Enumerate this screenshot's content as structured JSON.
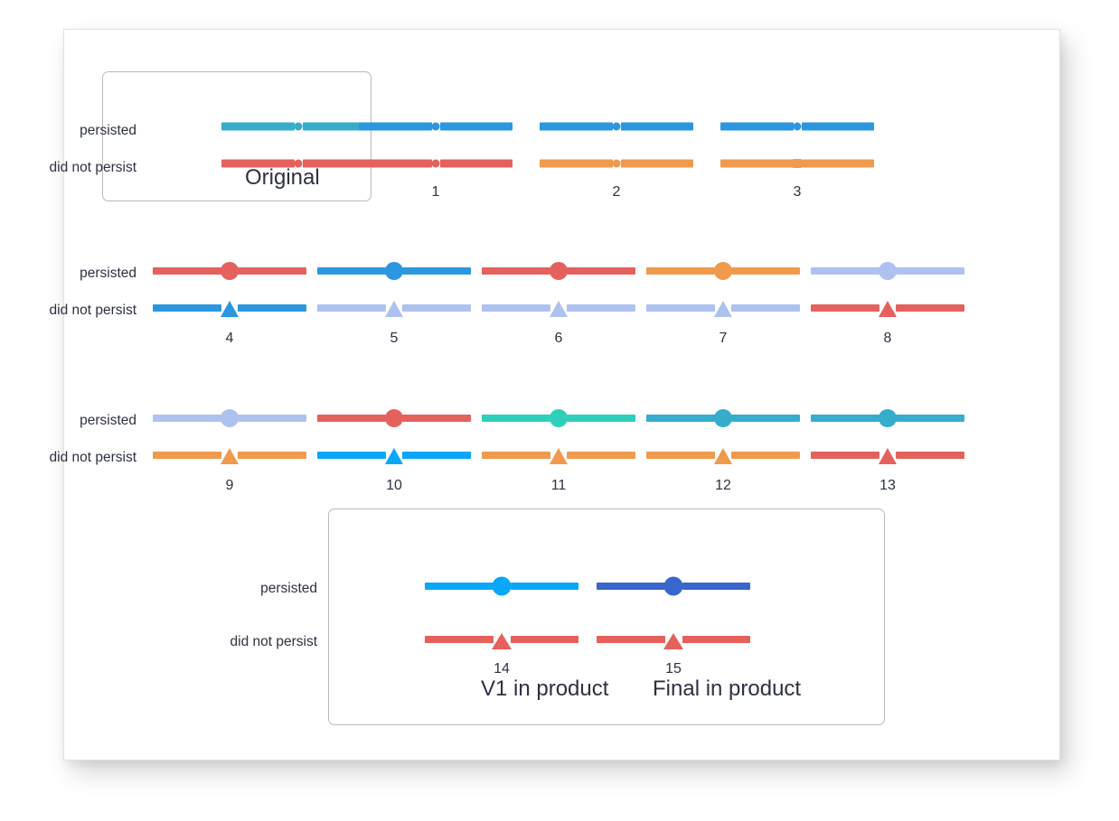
{
  "canvas": {
    "background": "#ffffff",
    "card_background": "#ffffff",
    "card_border": "#e2e2e2",
    "frame_border": "#b9b9b9",
    "text_color": "#2d3142"
  },
  "labels": {
    "persisted": "persisted",
    "did_not_persist": "did not persist"
  },
  "captions": {
    "original": "Original",
    "v1_in_product": "V1 in product",
    "final_in_product": "Final in product"
  },
  "palette": {
    "teal": "#35adcb",
    "red": "#e4615d",
    "blue": "#2b97e0",
    "orange": "#f09a4e",
    "light_blue": "#aec2f0",
    "mint": "#2ecfbb",
    "bright_cyan": "#08a7fa",
    "royal_blue": "#3866cc"
  },
  "rows": [
    {
      "name": "row-top",
      "label_y": 104,
      "label2_y": 145,
      "specimens": [
        {
          "id": "original",
          "number": "Original",
          "number_is_caption": true,
          "persisted": {
            "color": "#35adcb",
            "marker": "circle",
            "marker_size": 9,
            "line_height": 9,
            "gap": 9
          },
          "did_not_persist": {
            "color": "#e4615d",
            "marker": "circle",
            "marker_size": 9,
            "line_height": 9,
            "gap": 9
          }
        },
        {
          "id": "v1",
          "number": "1",
          "persisted": {
            "color": "#2b97e0",
            "marker": "circle",
            "marker_size": 9,
            "line_height": 9,
            "gap": 9
          },
          "did_not_persist": {
            "color": "#e4615d",
            "marker": "circle",
            "marker_size": 9,
            "line_height": 9,
            "gap": 9
          }
        },
        {
          "id": "v2",
          "number": "2",
          "persisted": {
            "color": "#2b97e0",
            "marker": "circle",
            "marker_size": 9,
            "line_height": 9,
            "gap": 9
          },
          "did_not_persist": {
            "color": "#f09a4e",
            "marker": "circle",
            "marker_size": 9,
            "line_height": 9,
            "gap": 9
          }
        },
        {
          "id": "v3",
          "number": "3",
          "persisted": {
            "color": "#2b97e0",
            "marker": "circle",
            "marker_size": 9,
            "line_height": 9,
            "gap": 9
          },
          "did_not_persist": {
            "color": "#f09a4e",
            "marker": "square",
            "marker_size": 10,
            "line_height": 9,
            "gap": 9
          }
        }
      ]
    },
    {
      "name": "row-middle",
      "label_y": 262,
      "label2_y": 303,
      "specimens": [
        {
          "id": "v4",
          "number": "4",
          "persisted": {
            "color": "#e4615d",
            "marker": "circle",
            "marker_size": 20,
            "line_height": 8,
            "gap": 18
          },
          "did_not_persist": {
            "color": "#2b97e0",
            "marker": "triangle",
            "marker_size": 21,
            "line_height": 8,
            "gap": 18
          }
        },
        {
          "id": "v5",
          "number": "5",
          "persisted": {
            "color": "#2b97e0",
            "marker": "circle",
            "marker_size": 20,
            "line_height": 8,
            "gap": 18
          },
          "did_not_persist": {
            "color": "#aec2f0",
            "marker": "triangle",
            "marker_size": 21,
            "line_height": 8,
            "gap": 18
          }
        },
        {
          "id": "v6",
          "number": "6",
          "persisted": {
            "color": "#e4615d",
            "marker": "circle",
            "marker_size": 20,
            "line_height": 8,
            "gap": 18
          },
          "did_not_persist": {
            "color": "#aec2f0",
            "marker": "triangle",
            "marker_size": 21,
            "line_height": 8,
            "gap": 18
          }
        },
        {
          "id": "v7",
          "number": "7",
          "persisted": {
            "color": "#f09a4e",
            "marker": "circle",
            "marker_size": 20,
            "line_height": 8,
            "gap": 18
          },
          "did_not_persist": {
            "color": "#aec2f0",
            "marker": "triangle",
            "marker_size": 21,
            "line_height": 8,
            "gap": 18
          }
        },
        {
          "id": "v8",
          "number": "8",
          "persisted": {
            "color": "#aec2f0",
            "marker": "circle",
            "marker_size": 20,
            "line_height": 8,
            "gap": 18
          },
          "did_not_persist": {
            "color": "#e4615d",
            "marker": "triangle",
            "marker_size": 21,
            "line_height": 8,
            "gap": 18
          }
        }
      ]
    },
    {
      "name": "row-bottom",
      "label_y": 425,
      "label2_y": 466,
      "specimens": [
        {
          "id": "v9",
          "number": "9",
          "persisted": {
            "color": "#aec2f0",
            "marker": "circle",
            "marker_size": 20,
            "line_height": 8,
            "gap": 18
          },
          "did_not_persist": {
            "color": "#f09a4e",
            "marker": "triangle",
            "marker_size": 21,
            "line_height": 8,
            "gap": 18
          }
        },
        {
          "id": "v10",
          "number": "10",
          "persisted": {
            "color": "#e4615d",
            "marker": "circle",
            "marker_size": 20,
            "line_height": 8,
            "gap": 18
          },
          "did_not_persist": {
            "color": "#08a7fa",
            "marker": "triangle",
            "marker_size": 21,
            "line_height": 8,
            "gap": 18
          }
        },
        {
          "id": "v11",
          "number": "11",
          "persisted": {
            "color": "#2ecfbb",
            "marker": "circle",
            "marker_size": 20,
            "line_height": 8,
            "gap": 18
          },
          "did_not_persist": {
            "color": "#f09a4e",
            "marker": "triangle",
            "marker_size": 21,
            "line_height": 8,
            "gap": 18
          }
        },
        {
          "id": "v12",
          "number": "12",
          "persisted": {
            "color": "#35adcb",
            "marker": "circle",
            "marker_size": 20,
            "line_height": 8,
            "gap": 18
          },
          "did_not_persist": {
            "color": "#f09a4e",
            "marker": "triangle",
            "marker_size": 21,
            "line_height": 8,
            "gap": 18
          }
        },
        {
          "id": "v13",
          "number": "13",
          "persisted": {
            "color": "#35adcb",
            "marker": "circle",
            "marker_size": 20,
            "line_height": 8,
            "gap": 18
          },
          "did_not_persist": {
            "color": "#e4615d",
            "marker": "triangle",
            "marker_size": 21,
            "line_height": 8,
            "gap": 18
          }
        }
      ]
    },
    {
      "name": "row-product",
      "label_y": 611,
      "label2_y": 670,
      "specimens": [
        {
          "id": "v14",
          "number": "14",
          "caption": "V1 in product",
          "persisted": {
            "color": "#08a7fa",
            "marker": "circle",
            "marker_size": 21,
            "line_height": 8,
            "gap": 19
          },
          "did_not_persist": {
            "color": "#e4615d",
            "marker": "triangle",
            "marker_size": 22,
            "line_height": 8,
            "gap": 19
          }
        },
        {
          "id": "v15",
          "number": "15",
          "caption": "Final in product",
          "persisted": {
            "color": "#3866cc",
            "marker": "circle",
            "marker_size": 21,
            "line_height": 8,
            "gap": 19
          },
          "did_not_persist": {
            "color": "#e4615d",
            "marker": "triangle",
            "marker_size": 22,
            "line_height": 8,
            "gap": 19
          }
        }
      ]
    }
  ]
}
